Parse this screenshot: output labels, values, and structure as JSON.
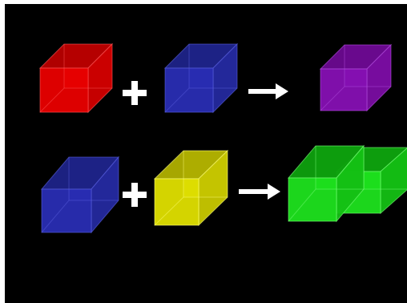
{
  "background": "#000000",
  "frame_color": "#ffffff",
  "rows": [
    {
      "items": [
        {
          "kind": "cube",
          "color_name": "red",
          "front": "#f00000",
          "top": "#b80000",
          "side": "#d00000",
          "edge": "#ff5a5a"
        },
        {
          "kind": "plus",
          "color": "#ffffff"
        },
        {
          "kind": "cube",
          "color_name": "blue",
          "front": "#2a2fb8",
          "top": "#1e2388",
          "side": "#24299e",
          "edge": "#5a60e0"
        },
        {
          "kind": "arrow",
          "color": "#ffffff"
        },
        {
          "kind": "cube",
          "color_name": "purple",
          "front": "#8a10b8",
          "top": "#6c0a90",
          "side": "#7a0da2",
          "edge": "#b450e0"
        }
      ]
    },
    {
      "items": [
        {
          "kind": "cube",
          "color_name": "blue",
          "front": "#2a2fb8",
          "top": "#1e2388",
          "side": "#24299e",
          "edge": "#5a60e0"
        },
        {
          "kind": "plus",
          "color": "#ffffff"
        },
        {
          "kind": "cube",
          "color_name": "yellow",
          "front": "#e6e600",
          "top": "#b0b000",
          "side": "#c8c800",
          "edge": "#ffff7a"
        },
        {
          "kind": "arrow",
          "color": "#ffffff"
        },
        {
          "kind": "double-cube",
          "color_name": "green",
          "front": "#1ee81e",
          "top": "#0ea00e",
          "side": "#14c014",
          "edge": "#7aff7a"
        }
      ]
    }
  ]
}
